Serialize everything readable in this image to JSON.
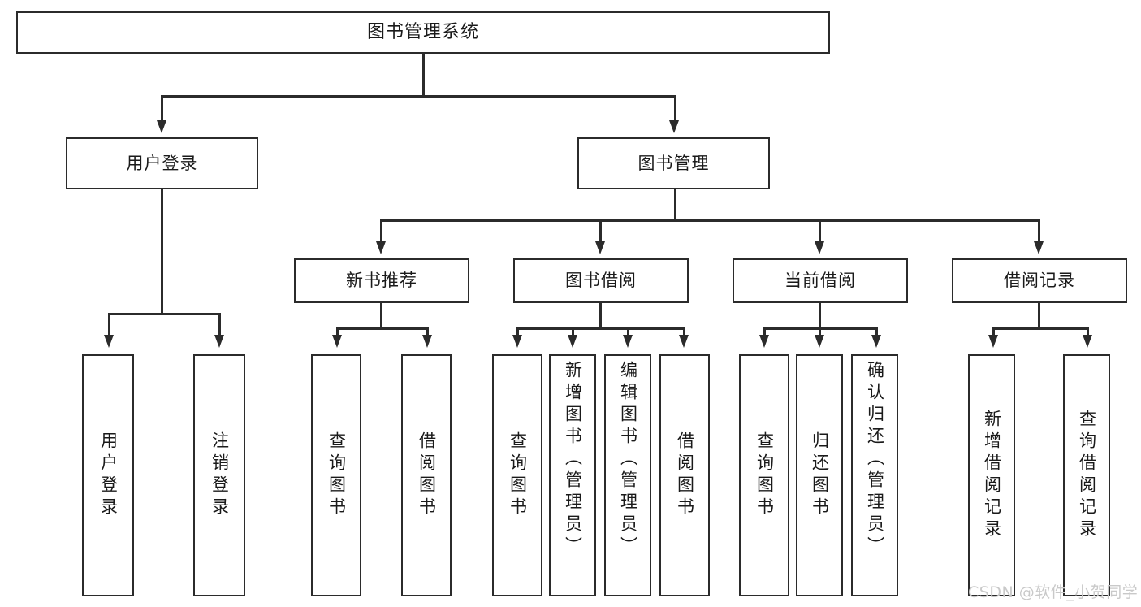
{
  "diagram": {
    "title": "图书管理系统",
    "root": {
      "label": "图书管理系统"
    },
    "level2": [
      {
        "label": "用户登录"
      },
      {
        "label": "图书管理"
      }
    ],
    "level3": [
      {
        "label": "新书推荐"
      },
      {
        "label": "图书借阅"
      },
      {
        "label": "当前借阅"
      },
      {
        "label": "借阅记录"
      }
    ],
    "leaves": [
      {
        "label": "用户登录",
        "parent": "用户登录"
      },
      {
        "label": "注销登录",
        "parent": "用户登录"
      },
      {
        "label": "查询图书",
        "parent": "新书推荐"
      },
      {
        "label": "借阅图书",
        "parent": "新书推荐"
      },
      {
        "label": "查询图书",
        "parent": "图书借阅"
      },
      {
        "label": "新增图书（管理员）",
        "parent": "图书借阅"
      },
      {
        "label": "编辑图书（管理员）",
        "parent": "图书借阅"
      },
      {
        "label": "借阅图书",
        "parent": "图书借阅"
      },
      {
        "label": "查询图书",
        "parent": "当前借阅"
      },
      {
        "label": "归还图书",
        "parent": "当前借阅"
      },
      {
        "label": "确认归还（管理员）",
        "parent": "当前借阅"
      },
      {
        "label": "新增借阅记录",
        "parent": "借阅记录"
      },
      {
        "label": "查询借阅记录",
        "parent": "借阅记录"
      }
    ]
  },
  "watermark": {
    "text": "CSDN @软件_小贺同学"
  },
  "colors": {
    "stroke": "#2b2b2b",
    "background": "#ffffff",
    "text": "#1a1a1a",
    "watermark": "#c9c9c9"
  }
}
